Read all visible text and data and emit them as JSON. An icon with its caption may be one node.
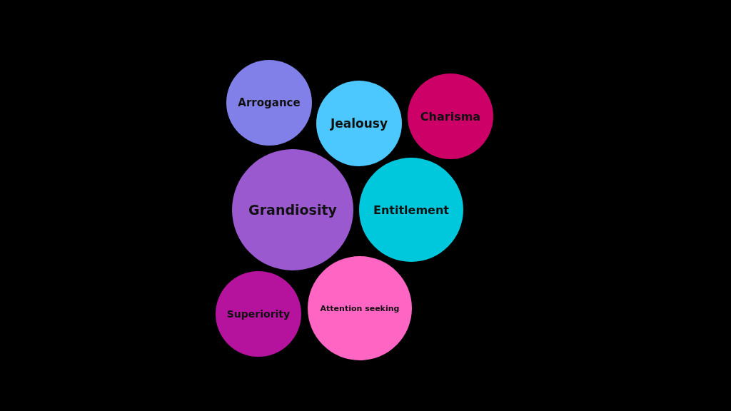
{
  "diagram": {
    "nodes": [
      {
        "text": [
          "Arrogance"
        ]
      },
      {
        "text": [
          "Jealousy"
        ]
      },
      {
        "text": [
          "Charisma"
        ]
      },
      {
        "text": [
          "Grandiosity"
        ]
      },
      {
        "text": [
          "Entitlement"
        ]
      },
      {
        "text": [
          "Superiority"
        ]
      },
      {
        "text": [
          "Attention seeking"
        ]
      }
    ],
    "edges": []
  }
}
